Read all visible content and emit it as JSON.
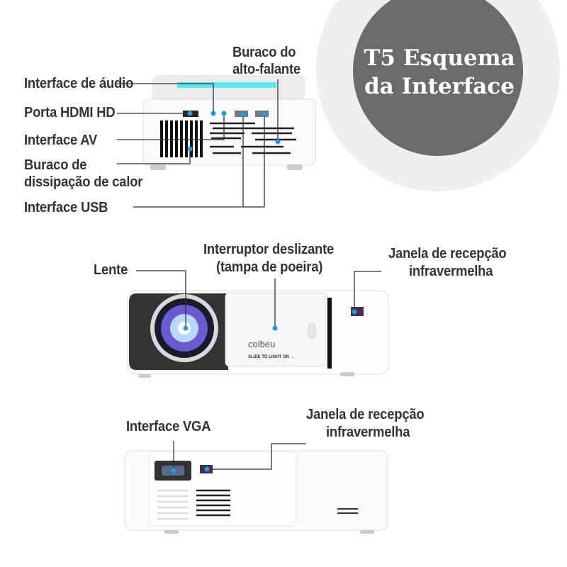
{
  "title": {
    "line1": "T5 Esquema",
    "line2": "da Interface"
  },
  "back_view": {
    "speaker_hole": {
      "line1": "Buraco do",
      "line2": "alto-falante"
    },
    "audio_interface": "Interface de áudio",
    "hdmi_port": "Porta HDMI HD",
    "av_interface": "Interface AV",
    "heat_hole": {
      "line1": "Buraco de",
      "line2": "dissipação de calor"
    },
    "usb_interface": "Interface USB"
  },
  "front_view": {
    "lens": "Lente",
    "slide_switch": {
      "line1": "Interruptor deslizante",
      "line2": "(tampa de poeira)"
    },
    "ir_window": {
      "line1": "Janela de recepção",
      "line2": "infravermelha"
    },
    "brand": "coibeu",
    "slide_hint": "SLIDE TO LIGHT ON →"
  },
  "side_view": {
    "vga_interface": "Interface VGA",
    "ir_window": {
      "line1": "Janela de recepção",
      "line2": "infravermelha"
    }
  },
  "colors": {
    "circle": "#6b6b6b",
    "ring": "#efefef",
    "marker": "#1e9be8",
    "text": "#333333"
  }
}
